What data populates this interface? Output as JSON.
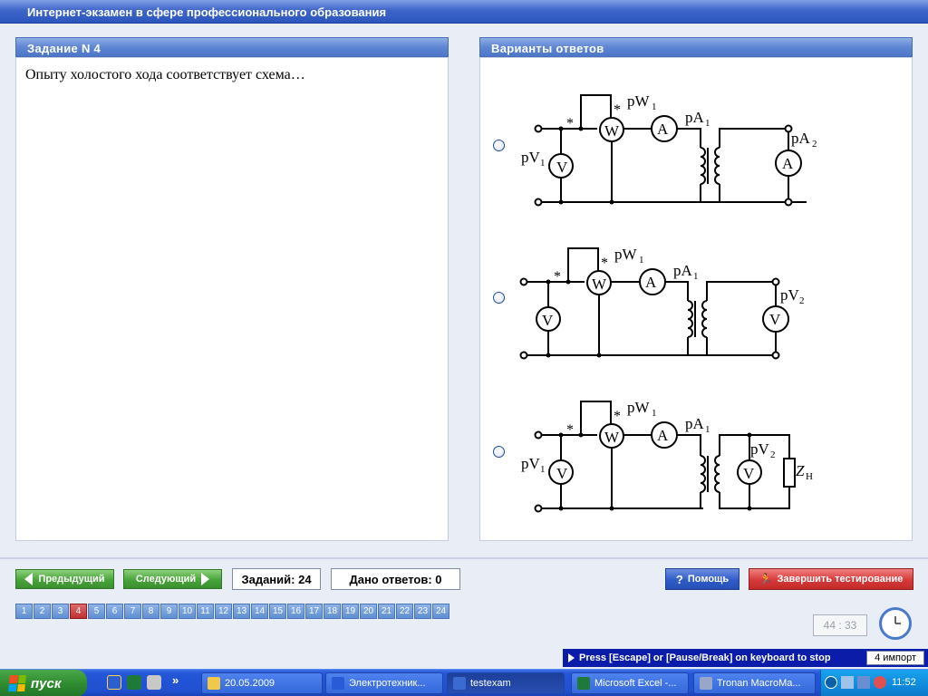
{
  "window": {
    "title": "Интернет-экзамен в сфере профессионального образования"
  },
  "task_panel": {
    "header": "Задание N 4",
    "question": "Опыту холостого хода соответствует схема…"
  },
  "answers_panel": {
    "header": "Варианты ответов",
    "circuit1": {
      "pW": "pW",
      "pW_sub": "1",
      "pA1": "pA",
      "pA1_sub": "1",
      "pV1": "pV",
      "pV1_sub": "1",
      "pA2": "pA",
      "pA2_sub": "2",
      "star": "*",
      "W": "W",
      "A": "A",
      "V": "V"
    },
    "circuit2": {
      "pW": "pW",
      "pW_sub": "1",
      "pA1": "pA",
      "pA1_sub": "1",
      "pV2": "pV",
      "pV2_sub": "2",
      "star": "*",
      "W": "W",
      "A": "A",
      "V": "V"
    },
    "circuit3": {
      "pW": "pW",
      "pW_sub": "1",
      "pA1": "pA",
      "pA1_sub": "1",
      "pV1": "pV",
      "pV1_sub": "1",
      "pV2": "pV",
      "pV2_sub": "2",
      "Z": "Z",
      "Z_sub": "H",
      "star": "*",
      "W": "W",
      "A": "A",
      "V": "V"
    }
  },
  "nav": {
    "prev_label": "Предыдущий",
    "next_label": "Следующий",
    "tasks_count": "Заданий: 24",
    "answers_given": "Дано ответов: 0",
    "help_label": "Помощь",
    "finish_label": "Завершить тестирование",
    "help_icon": "?",
    "finish_icon": "🏃"
  },
  "pager": {
    "pages": [
      "1",
      "2",
      "3",
      "4",
      "5",
      "6",
      "7",
      "8",
      "9",
      "10",
      "11",
      "12",
      "13",
      "14",
      "15",
      "16",
      "17",
      "18",
      "19",
      "20",
      "21",
      "22",
      "23",
      "24"
    ],
    "current": "4"
  },
  "timer": "44 : 33",
  "escape_bar": {
    "text": "Press [Escape] or [Pause/Break] on keyboard to stop",
    "badge": "4 импорт"
  },
  "taskbar": {
    "start_label": "пуск",
    "more": "»",
    "items": [
      {
        "label": "20.05.2009",
        "icon_color": "#f2c84b"
      },
      {
        "label": "Электротехник...",
        "icon_color": "#2a5bd7"
      },
      {
        "label": "testexam",
        "icon_color": "#3b6ad0"
      },
      {
        "label": "Microsoft Excel -...",
        "icon_color": "#1f7a3a"
      },
      {
        "label": "Tronan MacroMa...",
        "icon_color": "#9aa6c8"
      }
    ],
    "clock": "11:52",
    "colors": {
      "accent": "#2456d8",
      "start": "#2e8a2e",
      "tray": "#0f89dc"
    }
  }
}
